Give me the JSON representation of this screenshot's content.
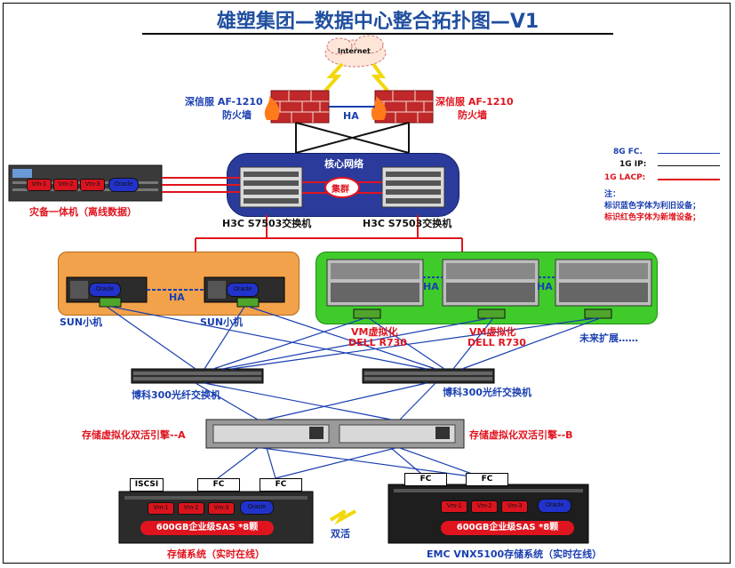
{
  "title": "雄塑集团—数据中心整合拓扑图—V1",
  "internet": "Internet",
  "firewall_left": {
    "name": "深信服 AF-1210",
    "sub": "防火墙"
  },
  "firewall_right": {
    "name": "深信服 AF-1210",
    "sub": "防火墙"
  },
  "ha_label": "HA",
  "core": {
    "title": "核心网络",
    "cluster": "集群",
    "switch_left": "H3C S7503交换机",
    "switch_right": "H3C S7503交换机"
  },
  "backup": {
    "label": "灾备一体机（离线数据）",
    "vms": [
      "Vm-1",
      "Vm-2",
      "Vm-3"
    ],
    "db": "Oracle"
  },
  "sun": {
    "left": "SUN小机",
    "right": "SUN小机",
    "db": "Oracle"
  },
  "vm_hosts": {
    "host1": "VM虚拟化\nDELL R730",
    "host1_line1": "VM虚拟化",
    "host1_line2": "DELL R730",
    "host2_line1": "VM虚拟化",
    "host2_line2": "DELL R730",
    "future": "未来扩展……"
  },
  "fc_switches": {
    "left": "博科300光纤交换机",
    "right": "博科300光纤交换机"
  },
  "storage_engine": {
    "left": "存储虚拟化双活引擎--A",
    "right": "存储虚拟化双活引擎--B"
  },
  "storage_left": {
    "tags": [
      "ISCSI",
      "FC",
      "FC"
    ],
    "vms": [
      "Vm-1",
      "Vm-2",
      "Vm-3"
    ],
    "db": "Oracle",
    "capacity": "600GB企业级SAS *8颗",
    "label": "存储系统（实时在线）"
  },
  "storage_right": {
    "tags": [
      "FC",
      "FC"
    ],
    "vms": [
      "Vm-1",
      "Vm-2",
      "Vm-3"
    ],
    "db": "Oracle",
    "capacity": "600GB企业级SAS *8颗",
    "label": "EMC VNX5100存储系统（实时在线）"
  },
  "active_active": "双活",
  "legend": {
    "items": [
      {
        "label": "8G FC.",
        "color": "#1a3fb0"
      },
      {
        "label": "1G IP:",
        "color": "#111111"
      },
      {
        "label": "1G LACP:",
        "color": "#e0141e"
      }
    ],
    "note_title": "注：",
    "note_blue": "标识蓝色字体为利旧设备；",
    "note_red": "标识红色字体为新增设备；"
  },
  "colors": {
    "fc": "#1a3fb0",
    "ip": "#111111",
    "lacp": "#e0141e",
    "title": "#1f4e9e"
  }
}
